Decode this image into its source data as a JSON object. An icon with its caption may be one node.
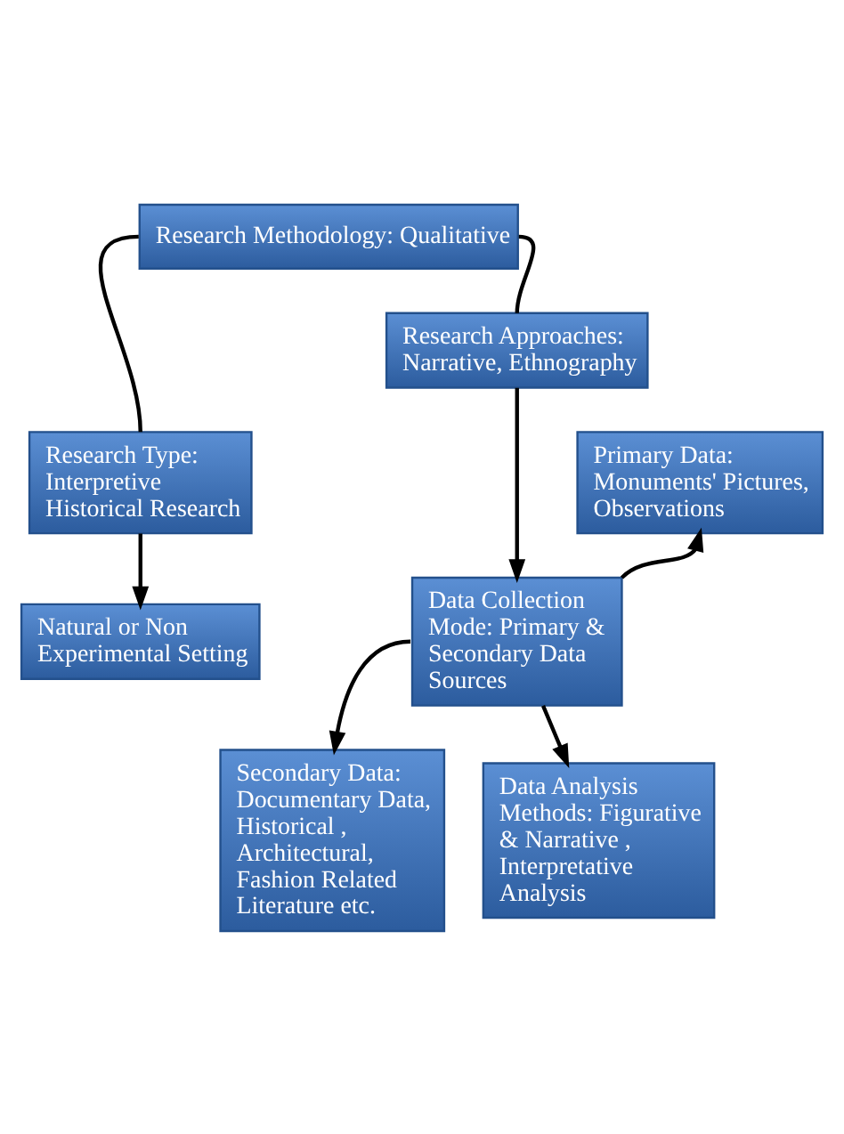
{
  "diagram": {
    "nodes": [
      {
        "text": [
          "Research Methodology: Qualitative"
        ]
      },
      {
        "text": [
          "Research Type: Interpretive Historical Research"
        ]
      },
      {
        "text": [
          "Research Approaches: Narrative, Ethnography"
        ]
      },
      {
        "text": [
          "Primary Data: Monuments' Pictures, Observations"
        ]
      },
      {
        "text": [
          "Data Collection Mode: Primary & Secondary Data Sources"
        ]
      },
      {
        "text": [
          "Natural or Non Experimental Setting"
        ]
      },
      {
        "text": [
          "Secondary Data: Documentary Data, Historical , Architectural, Fashion Related Literature etc."
        ]
      },
      {
        "text": [
          "Data Analysis Methods: Figurative & Narrative , Interpretative Analysis"
        ]
      }
    ],
    "edges": [
      {
        "from": 0,
        "to": 1,
        "arrow": "none"
      },
      {
        "from": 0,
        "to": 2,
        "arrow": "none"
      },
      {
        "from": 1,
        "to": 5,
        "arrow": "to"
      },
      {
        "from": 2,
        "to": 4,
        "arrow": "to"
      },
      {
        "from": 4,
        "to": 3,
        "arrow": "to"
      },
      {
        "from": 4,
        "to": 6,
        "arrow": "to"
      },
      {
        "from": 4,
        "to": 7,
        "arrow": "to"
      }
    ]
  }
}
